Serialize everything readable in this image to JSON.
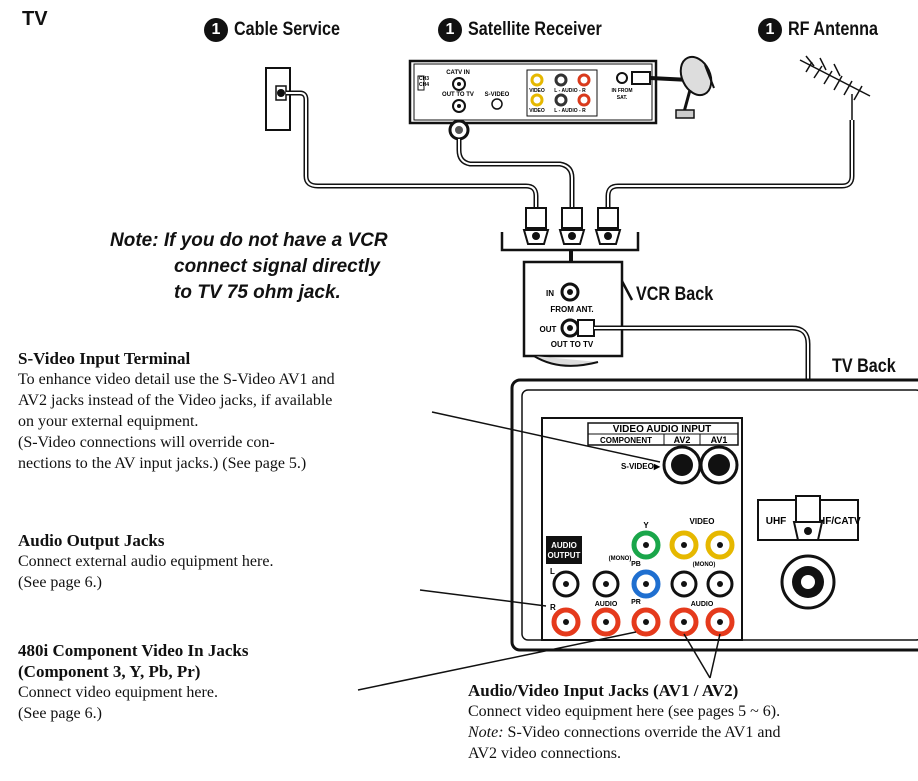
{
  "page_tag": "TV",
  "sources": [
    {
      "number": "1",
      "label": "Cable Service"
    },
    {
      "number": "1",
      "label": "Satellite Receiver"
    },
    {
      "number": "1",
      "label": "RF Antenna"
    }
  ],
  "note": {
    "line1": "Note: If you do not have a VCR",
    "line2": "connect  signal  directly",
    "line3": "to TV 75 ohm jack."
  },
  "vcr": {
    "title": "VCR Back",
    "in_label": "IN",
    "from_ant": "FROM ANT.",
    "out_label": "OUT",
    "out_to_tv": "OUT TO TV"
  },
  "satellite_panel": {
    "catv_in": "CATV IN",
    "out_to_tv": "OUT TO TV",
    "s_video": "S-VIDEO",
    "ch3": "CH3",
    "ch4": "CH4",
    "video1": "VIDEO",
    "audio1": "L - AUDIO - R",
    "video2": "VIDEO",
    "audio2": "L - AUDIO - R",
    "in_from": "IN FROM",
    "sat": "SAT."
  },
  "tv_back": {
    "title": "TV Back",
    "header": "VIDEO AUDIO INPUT",
    "component": "COMPONENT",
    "av2": "AV2",
    "av1": "AV1",
    "s_video": "S-VIDEO▶",
    "video": "VIDEO",
    "y": "Y",
    "pb": "PB",
    "pr": "PR",
    "mono1": "(MONO)",
    "mono2": "(MONO)",
    "audio_output_1": "AUDIO",
    "audio_output_2": "OUTPUT",
    "audio_left": "AUDIO",
    "audio_right": "AUDIO",
    "uhf": "UHF",
    "catv": "VHF/CATV",
    "l": "L",
    "r": "R"
  },
  "sections": {
    "svideo": {
      "title": "S-Video Input Terminal",
      "l1": "To enhance video detail use the S-Video AV1 and",
      "l2": "AV2 jacks instead of the Video jacks, if available",
      "l3": "on your external equipment.",
      "l4": "(S-Video connections will override con-",
      "l5": "nections to the AV input jacks.) (See page 5.)"
    },
    "audio_out": {
      "title": "Audio Output Jacks",
      "l1": "Connect external audio equipment here.",
      "l2": "(See page 6.)"
    },
    "component": {
      "title1": "480i Component Video In Jacks",
      "title2": "(Component 3, Y, Pb, Pr)",
      "l1": "Connect video equipment here.",
      "l2": "(See page 6.)"
    },
    "av_input": {
      "title": "Audio/Video Input Jacks (AV1 / AV2)",
      "l1": "Connect video equipment here (see pages 5 ~ 6).",
      "l2_note": "Note:",
      "l2": " S-Video connections override the AV1 and",
      "l3": "AV2 video connections."
    }
  }
}
